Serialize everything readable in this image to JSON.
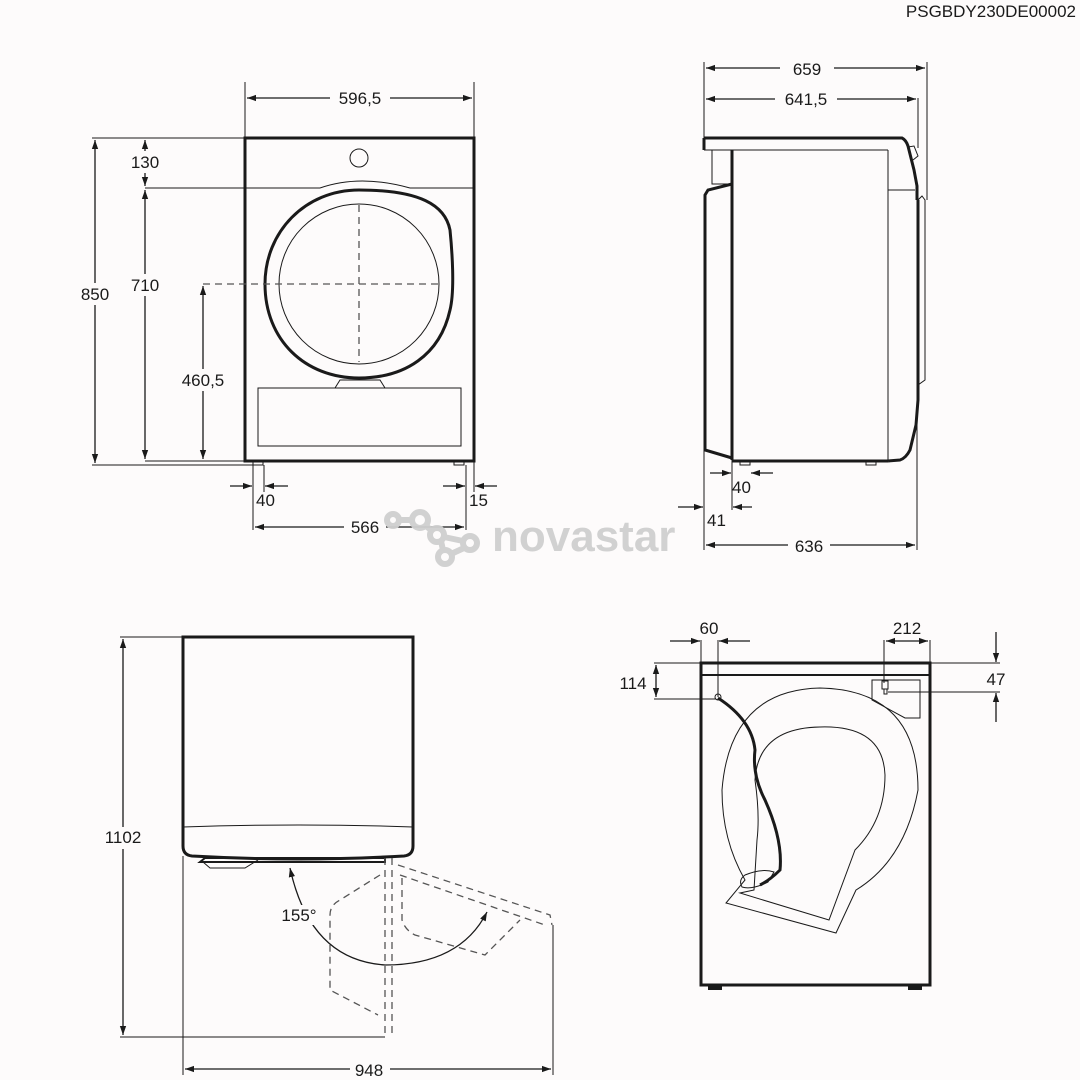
{
  "drawing": {
    "code": "PSGBDY230DE00002",
    "watermark": "novastar",
    "units": "mm"
  },
  "front_view": {
    "width_top": "596,5",
    "height_total": "850",
    "panel_height": "130",
    "body_height": "710",
    "door_center_height": "460,5",
    "foot_left_offset": "40",
    "foot_right_offset": "15",
    "feet_spacing": "566"
  },
  "side_view": {
    "depth_max": "659",
    "depth_door": "641,5",
    "depth_body": "636",
    "foot_offset": "40",
    "rear_offset": "41"
  },
  "top_view": {
    "depth_door_open": "1102",
    "width_door_open": "948",
    "door_angle": "155°"
  },
  "rear_view": {
    "cable_offset_x": "60",
    "cable_offset_y": "114",
    "hose_offset_x": "212",
    "hose_offset_y": "47"
  }
}
